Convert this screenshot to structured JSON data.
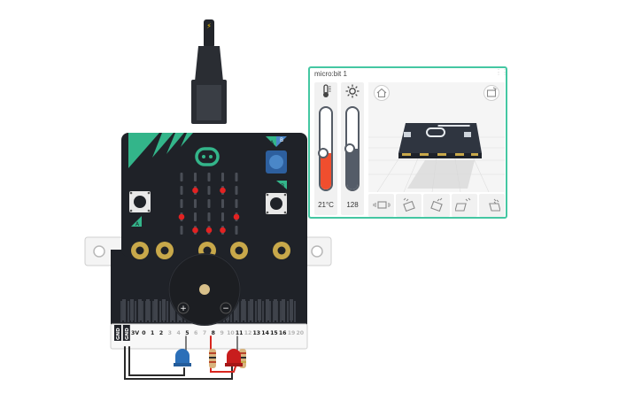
{
  "simulator": {
    "title": "micro:bit 1",
    "temperature": {
      "label": "21°C",
      "level": 0.45,
      "icon": "thermometer-icon"
    },
    "light": {
      "label": "128",
      "level": 0.5,
      "icon": "sun-icon"
    },
    "view_icons": [
      "home-icon",
      "reset-view-icon"
    ],
    "gestures": [
      "shake-icon",
      "tilt-left-icon",
      "tilt-right-icon",
      "tilt-up-icon",
      "tilt-down-icon"
    ]
  },
  "board": {
    "button_labels": [
      "A",
      "B",
      "A",
      "B"
    ],
    "led_matrix_on": [
      [
        0,
        0,
        0,
        0,
        0
      ],
      [
        0,
        1,
        0,
        1,
        0
      ],
      [
        0,
        0,
        0,
        0,
        0
      ],
      [
        1,
        0,
        0,
        0,
        1
      ],
      [
        0,
        1,
        1,
        1,
        0
      ]
    ],
    "pin_labels": [
      "GND",
      "GND",
      "3V",
      "0",
      "1",
      "2",
      "3",
      "4",
      "5",
      "6",
      "7",
      "8",
      "9",
      "10",
      "11",
      "12",
      "13",
      "14",
      "15",
      "16",
      "19",
      "20"
    ],
    "buzzer_labels": [
      "+",
      "−"
    ],
    "colors": {
      "board": "#1f2228",
      "accent": "#33b58a",
      "led_on": "#e22222",
      "gold": "#c8a84a",
      "led_blue": "#2b6fb8",
      "led_red": "#c81d1d"
    }
  }
}
